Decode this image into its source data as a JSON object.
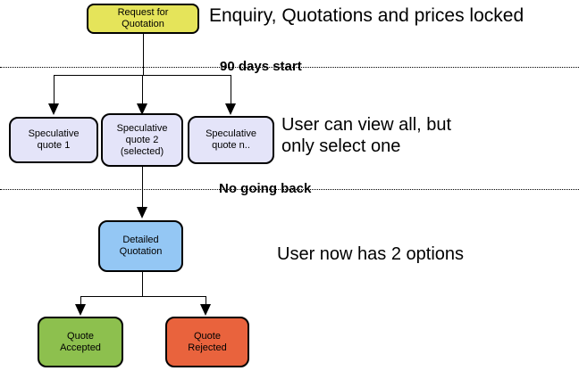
{
  "nodes": {
    "request_for_quotation": {
      "label": "Request for\nQuotation",
      "fill": "#e5e45a"
    },
    "speculative_quote_1": {
      "label": "Speculative\nquote 1",
      "fill": "#e4e4f9"
    },
    "speculative_quote_2": {
      "label": "Speculative\nquote 2\n(selected)",
      "fill": "#e4e4f9"
    },
    "speculative_quote_n": {
      "label": "Speculative\nquote n..",
      "fill": "#e4e4f9"
    },
    "detailed_quotation": {
      "label": "Detailed\nQuotation",
      "fill": "#94c7f4"
    },
    "quote_accepted": {
      "label": "Quote\nAccepted",
      "fill": "#8dc04e"
    },
    "quote_rejected": {
      "label": "Quote\nRejected",
      "fill": "#e9633d"
    }
  },
  "phase_lines": {
    "line1_label": "90 days start",
    "line2_label": "No going back"
  },
  "annotations": {
    "top": "Enquiry, Quotations and prices locked",
    "middle": "User can view all, but\nonly select one",
    "bottom": "User now has 2 options"
  },
  "colors": {
    "background": "#ffffff",
    "line": "#000000",
    "text": "#000000",
    "node_yellow": "#e5e45a",
    "node_lavender": "#e4e4f9",
    "node_blue": "#94c7f4",
    "node_green": "#8dc04e",
    "node_orange": "#e9633d"
  }
}
